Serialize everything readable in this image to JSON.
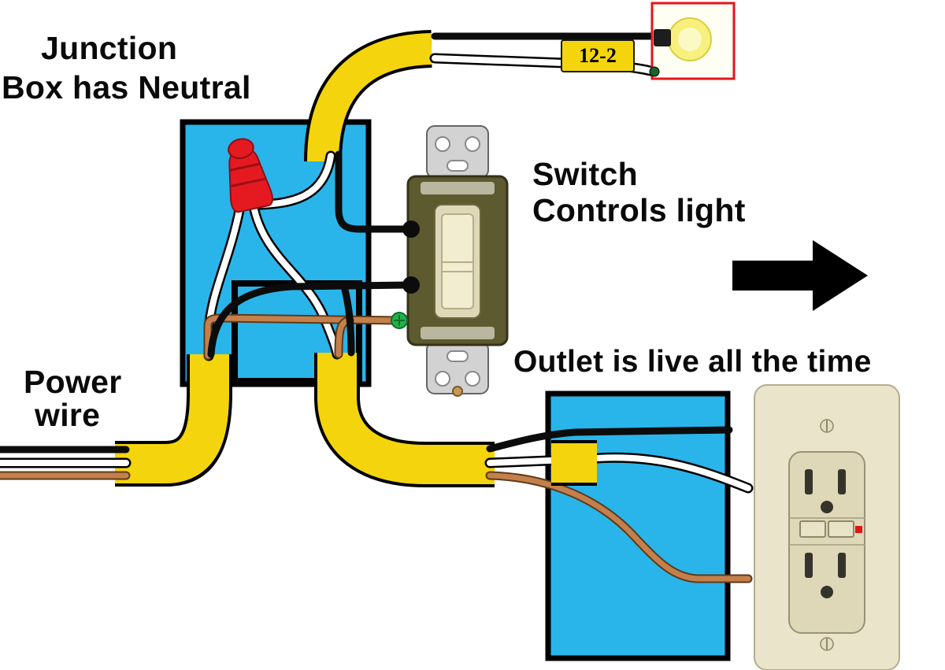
{
  "title": "Switch and outlet wiring diagram",
  "labels": {
    "junction_line1": "Junction",
    "junction_line2": "Box has Neutral",
    "switch_line1": "Switch",
    "switch_line2": "Controls light",
    "power_line1": "Power",
    "power_line2": "wire",
    "outlet_caption": "Outlet is live all the time",
    "cable_tag": "12-2"
  },
  "colors": {
    "box_blue": "#29b5ea",
    "sheath_yellow": "#f4d40c",
    "tag_yellow": "#f4d40c",
    "wire_black": "#0c0c0c",
    "wire_white": "#ffffff",
    "wire_copper": "#c4804c",
    "wire_nut_red": "#e41a20",
    "switch_olive": "#5c5a2e",
    "toggle_cream": "#f2ecd0",
    "strap_gray": "#d2d2d2",
    "plate_ivory": "#eae4cb",
    "receptacle_ivory": "#ded7b8",
    "bulb_yellow": "#f7f07e",
    "fixture_box_red": "#e3151c",
    "ground_green": "#21b14c",
    "indicator_red": "#e01616",
    "arrow_black": "#000000"
  }
}
